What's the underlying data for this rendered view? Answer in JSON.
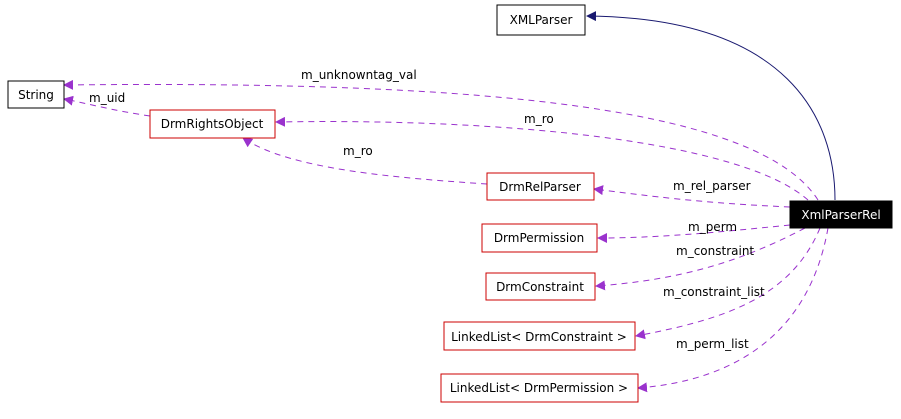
{
  "colors": {
    "node_border_plain": "#000000",
    "node_border_class": "#cc0000",
    "node_fill": "#ffffff",
    "focus_fill": "#000000",
    "focus_text": "#ffffff",
    "inherit_edge": "#191970",
    "usage_edge": "#9a32cd",
    "text": "#000000"
  },
  "nodes": {
    "xmlparser": "XMLParser",
    "string": "String",
    "drmrightsobject": "DrmRightsObject",
    "drmrelparser": "DrmRelParser",
    "xmlparserrel": "XmlParserRel",
    "drmpermission": "DrmPermission",
    "drmconstraint": "DrmConstraint",
    "ll_constraint": "LinkedList< DrmConstraint >",
    "ll_permission": "LinkedList< DrmPermission >"
  },
  "edges": {
    "unknowntag": "m_unknowntag_val",
    "uid": "m_uid",
    "ro_top": "m_ro",
    "ro_rel": "m_ro",
    "rel_parser": "m_rel_parser",
    "perm": "m_perm",
    "constraint": "m_constraint",
    "constraint_list": "m_constraint_list",
    "perm_list": "m_perm_list"
  }
}
